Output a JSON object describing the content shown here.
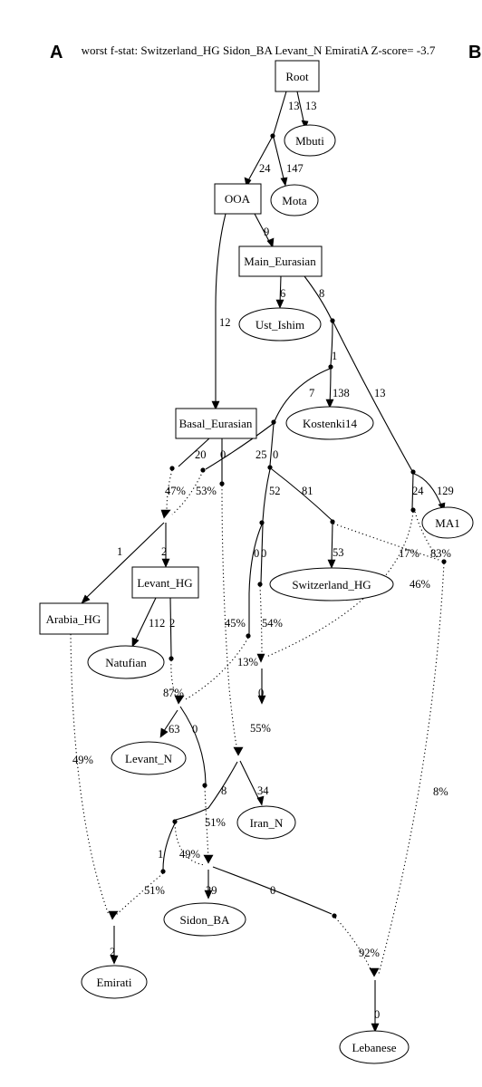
{
  "panel_letter": "A",
  "panel_letter_right": "B",
  "title": "worst f-stat: Switzerland_HG Sidon_BA Levant_N EmiratiA Z-score= -3.7",
  "nodes": {
    "root": "Root",
    "mbuti": "Mbuti",
    "mota": "Mota",
    "ooa": "OOA",
    "main_eurasian": "Main_Eurasian",
    "ust_ishim": "Ust_Ishim",
    "kostenki14": "Kostenki14",
    "basal_eurasian": "Basal_Eurasian",
    "ma1": "MA1",
    "switzerland_hg": "Switzerland_HG",
    "levant_hg": "Levant_HG",
    "arabia_hg": "Arabia_HG",
    "natufian": "Natufian",
    "levant_n": "Levant_N",
    "iran_n": "Iran_N",
    "sidon_ba": "Sidon_BA",
    "emirati": "Emirati",
    "lebanese": "Lebanese"
  },
  "edge_labels": {
    "root_j1": "13",
    "root_mbuti": "13",
    "j1_ooa": "24",
    "j1_mota": "147",
    "ooa_main": "9",
    "ooa_basal": "12",
    "main_ust": "6",
    "main_j2": "8",
    "j2_j3": "1",
    "j2_ma1anc": "13",
    "j3_j4": "7",
    "j3_kostenki": "138",
    "basal_d1": "20",
    "basal_d2": "0",
    "j4_d1": "25",
    "j4_j5": "0",
    "j5_j6": "52",
    "j5_j7": "81",
    "j7_swiss": "53",
    "j6_a": "0",
    "j6_b": "0",
    "ma1anc_ma1": "129",
    "ma1anc_c": "24",
    "mix1_arabia": "1",
    "mix1_levanthg": "2",
    "levanthg_natufian": "112",
    "levanthg_d": "2",
    "mix3_levantn": "63",
    "mix3_e": "0",
    "mix4_mix5": "0",
    "mix5_iran": "34",
    "mix5_f": "8",
    "f_g": "1",
    "mix6_sidon": "29",
    "mix6_h": "0",
    "mix7_emirati": "2",
    "mix8_lebanese": "0"
  },
  "admixture_labels": {
    "p47": "47%",
    "p53": "53%",
    "p17": "17%",
    "p83": "83%",
    "p46": "46%",
    "p45": "45%",
    "p54": "54%",
    "p13": "13%",
    "p87": "87%",
    "p55": "55%",
    "p49a": "49%",
    "p8": "8%",
    "p51a": "51%",
    "p49b": "49%",
    "p51b": "51%",
    "p92": "92%"
  }
}
